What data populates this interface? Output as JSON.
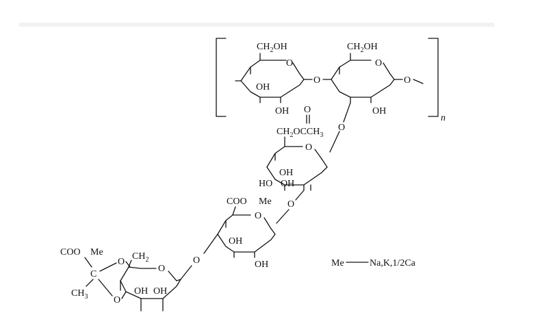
{
  "labels": {
    "r1_ch2oh": "CH",
    "r1_ch2oh_sub": "2",
    "r1_ch2oh_tail": "OH",
    "r2_ch2oh": "CH",
    "r2_ch2oh_sub": "2",
    "r2_ch2oh_tail": "OH",
    "r1_ring_o": "O",
    "r2_ring_o": "O",
    "bridge_o": "O",
    "end_o": "O",
    "r1_oh_a": "OH",
    "r1_oh_b": "OH",
    "r2_oh": "OH",
    "n": "n",
    "link_o_1": "O",
    "acetyl_o": "O",
    "acetyl_ch2": "CH",
    "acetyl_sub2": "2",
    "acetyl_oc": "OCCH",
    "acetyl_sub3": "3",
    "r3_ring_o": "O",
    "r3_oh_a": "OH",
    "r3_oh_b": "HO",
    "r3_oh_c": "OH",
    "link_o_2": "O",
    "r4_coo": "COO",
    "r4_me": "Me",
    "r4_ring_o": "O",
    "r4_oh_a": "OH",
    "r4_oh_b": "OH",
    "link_o_3": "O",
    "r5_ch2": "CH",
    "r5_sub2": "2",
    "r5_ring_o": "O",
    "r5_oh_a": "OH",
    "r5_oh_b": "OH",
    "pyr_coo": "COO",
    "pyr_me": "Me",
    "pyr_o_top": "O",
    "pyr_c": "C",
    "pyr_ch": "CH",
    "pyr_sub3": "3",
    "pyr_o_bot": "O",
    "legend_me": "Me",
    "legend_values": "Na,K,1/2Ca"
  }
}
